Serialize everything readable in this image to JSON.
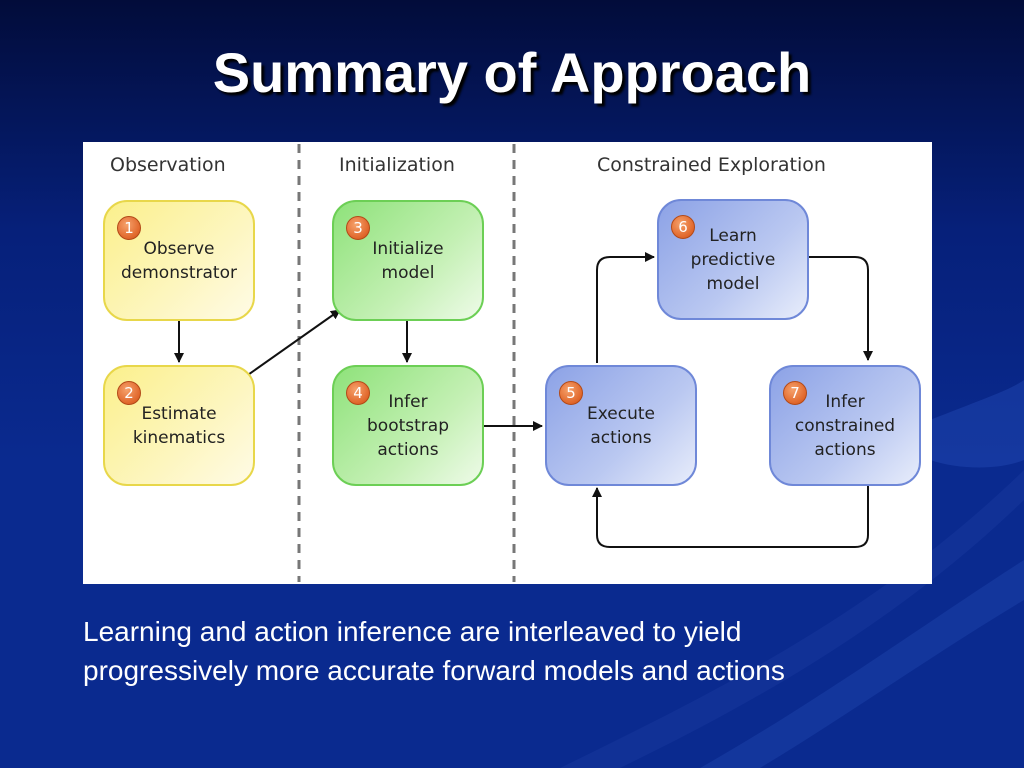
{
  "slide": {
    "title": "Summary of Approach",
    "caption_line1": "Learning and action inference are interleaved to yield",
    "caption_line2": "progressively more accurate forward models and actions"
  },
  "diagram": {
    "sections": {
      "observation": "Observation",
      "initialization": "Initialization",
      "exploration": "Constrained Exploration"
    },
    "nodes": {
      "n1": {
        "number": "1",
        "label": "Observe\ndemonstrator",
        "phase": "observation"
      },
      "n2": {
        "number": "2",
        "label": "Estimate\nkinematics",
        "phase": "observation"
      },
      "n3": {
        "number": "3",
        "label": "Initialize\nmodel",
        "phase": "initialization"
      },
      "n4": {
        "number": "4",
        "label": "Infer\nbootstrap\nactions",
        "phase": "initialization"
      },
      "n5": {
        "number": "5",
        "label": "Execute\nactions",
        "phase": "exploration"
      },
      "n6": {
        "number": "6",
        "label": "Learn\npredictive\nmodel",
        "phase": "exploration"
      },
      "n7": {
        "number": "7",
        "label": "Infer\nconstrained\nactions",
        "phase": "exploration"
      }
    },
    "edges": [
      [
        "1",
        "2"
      ],
      [
        "2",
        "3"
      ],
      [
        "3",
        "4"
      ],
      [
        "4",
        "5"
      ],
      [
        "5",
        "6"
      ],
      [
        "6",
        "7"
      ],
      [
        "7",
        "5"
      ]
    ],
    "colors": {
      "observation": "#f9ef8a",
      "initialization": "#9be58a",
      "exploration": "#a6b8ee",
      "badge": "#e36b2e",
      "background_top": "#020c3a",
      "background_bottom": "#0a2a8f"
    }
  }
}
